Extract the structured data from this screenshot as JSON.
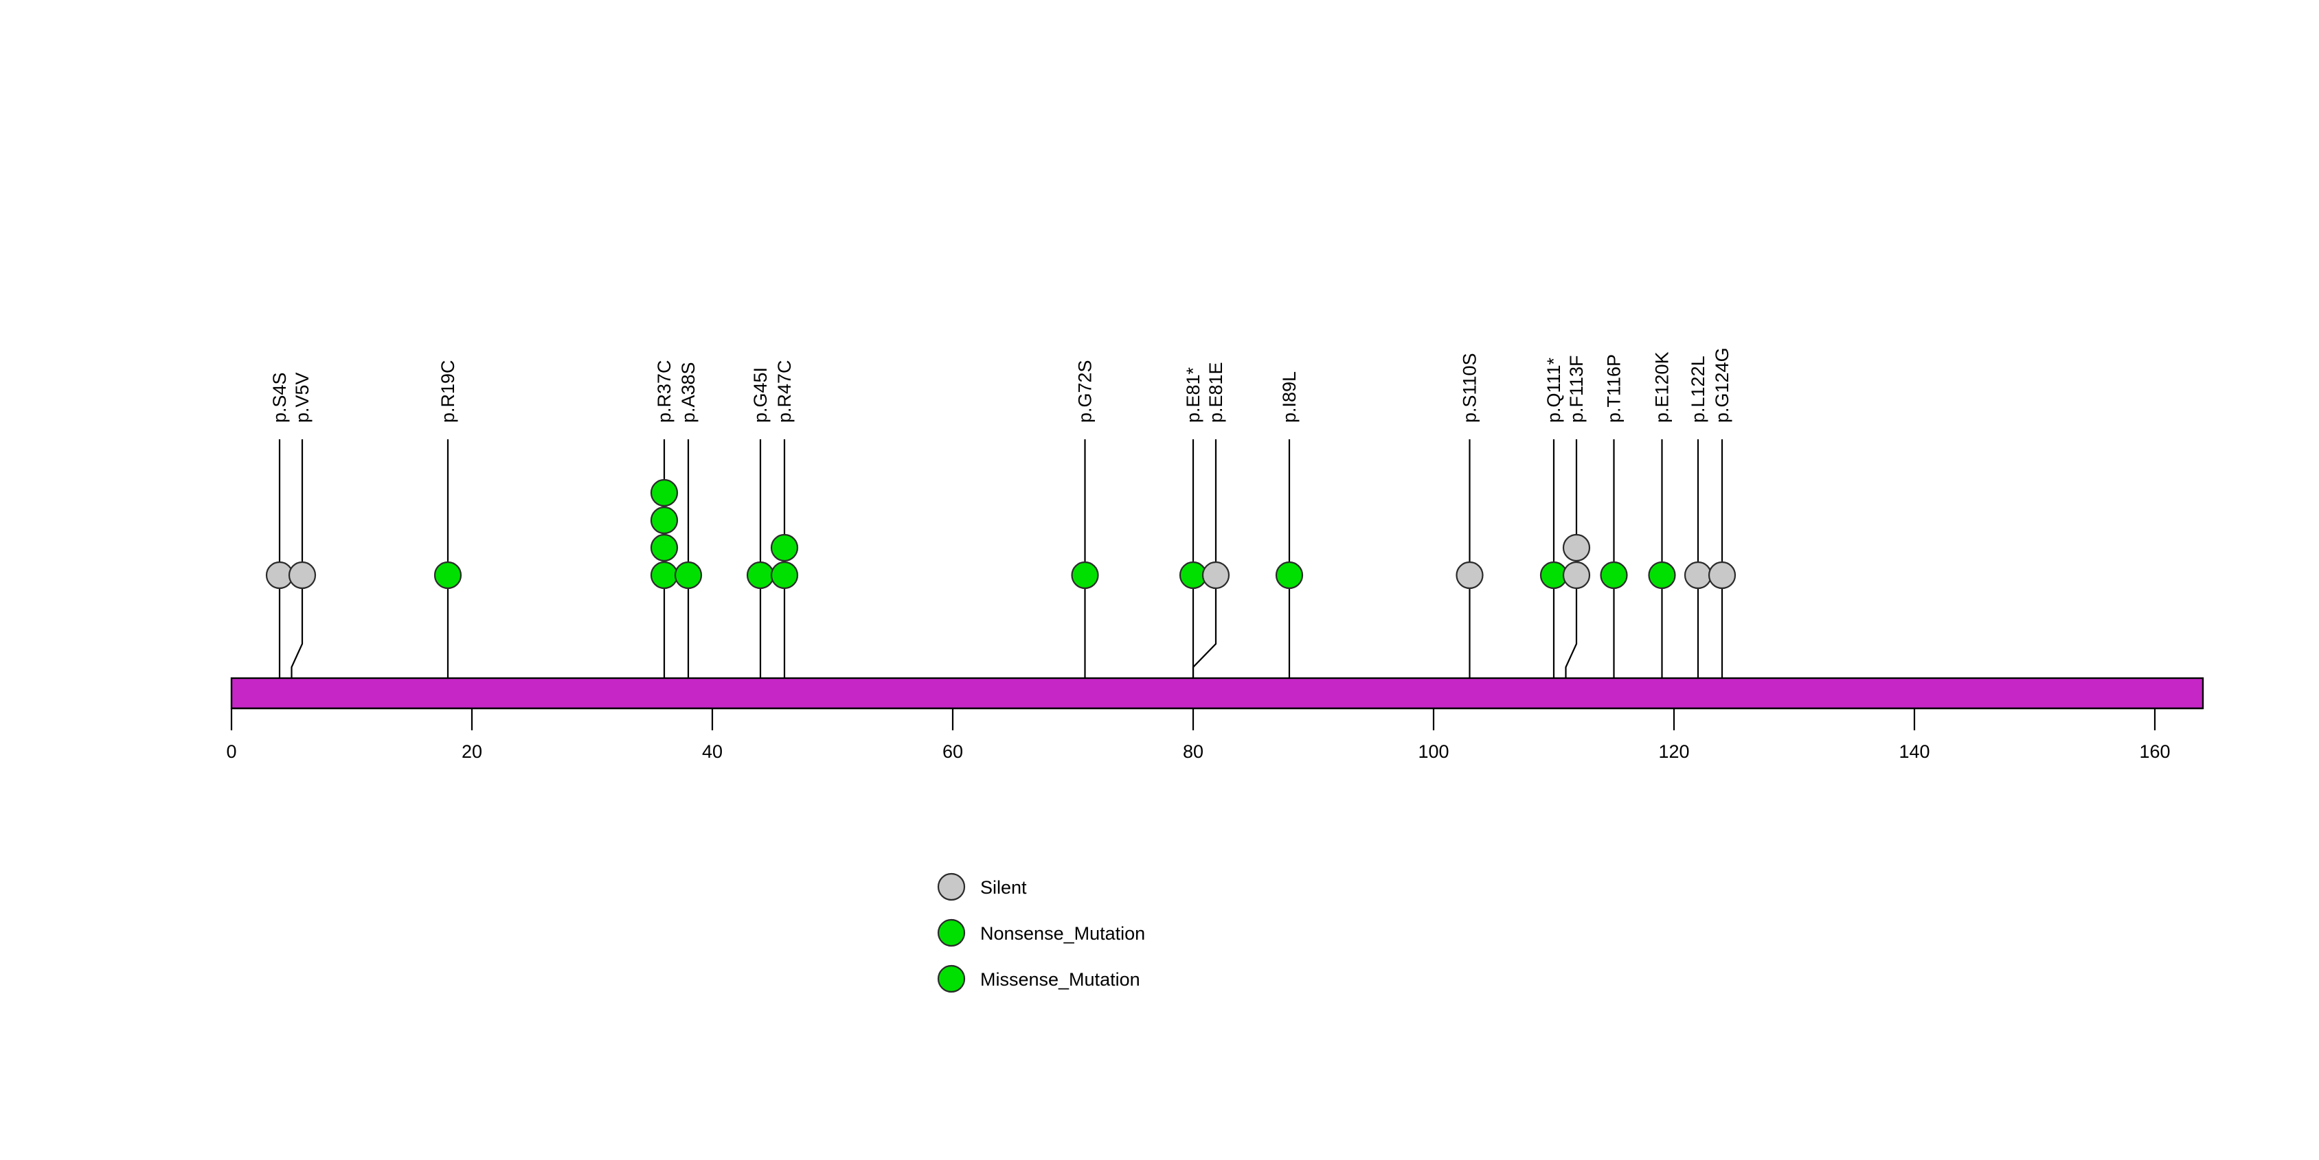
{
  "chart_data": {
    "type": "lollipop",
    "title": "",
    "xlabel": "",
    "ylabel": "",
    "axis": {
      "ticks": [
        0,
        20,
        40,
        60,
        80,
        100,
        120,
        140,
        160
      ],
      "tick_labels": [
        "0",
        "20",
        "40",
        "60",
        "80",
        "100",
        "120",
        "140",
        "160"
      ],
      "xlim": [
        0,
        164
      ],
      "grid": false
    },
    "protein": {
      "name": "",
      "length": 164,
      "color": "#C726C7",
      "border_color": "#000000"
    },
    "mutations": [
      {
        "label": "p.S4S",
        "position": 4,
        "count": 1,
        "type": "Silent",
        "color": "#C8C8C8"
      },
      {
        "label": "p.V5V",
        "position": 5,
        "count": 1,
        "type": "Silent",
        "color": "#C8C8C8"
      },
      {
        "label": "p.R19C",
        "position": 18,
        "count": 1,
        "type": "Missense_Mutation",
        "color": "#00E000"
      },
      {
        "label": "p.R37C",
        "position": 36,
        "count": 4,
        "type": "Missense_Mutation",
        "color": "#00E000"
      },
      {
        "label": "p.A38S",
        "position": 38,
        "count": 1,
        "type": "Missense_Mutation",
        "color": "#00E000"
      },
      {
        "label": "p.G45I",
        "position": 44,
        "count": 1,
        "type": "Missense_Mutation",
        "color": "#00E000"
      },
      {
        "label": "p.R47C",
        "position": 46,
        "count": 2,
        "type": "Missense_Mutation",
        "color": "#00E000"
      },
      {
        "label": "p.G72S",
        "position": 71,
        "count": 1,
        "type": "Missense_Mutation",
        "color": "#00E000"
      },
      {
        "label": "p.E81*",
        "position": 80,
        "count": 1,
        "type": "Nonsense_Mutation",
        "color": "#00E000"
      },
      {
        "label": "p.E81E",
        "position": 80,
        "count": 1,
        "type": "Silent",
        "color": "#C8C8C8"
      },
      {
        "label": "p.I89L",
        "position": 88,
        "count": 1,
        "type": "Missense_Mutation",
        "color": "#00E000"
      },
      {
        "label": "p.S110S",
        "position": 103,
        "count": 1,
        "type": "Silent",
        "color": "#C8C8C8"
      },
      {
        "label": "p.Q111*",
        "position": 110,
        "count": 1,
        "type": "Nonsense_Mutation",
        "color": "#00E000"
      },
      {
        "label": "p.F113F",
        "position": 111,
        "count": 2,
        "type": "Silent",
        "color": "#C8C8C8"
      },
      {
        "label": "p.T116P",
        "position": 115,
        "count": 1,
        "type": "Missense_Mutation",
        "color": "#00E000"
      },
      {
        "label": "p.E120K",
        "position": 119,
        "count": 1,
        "type": "Missense_Mutation",
        "color": "#00E000"
      },
      {
        "label": "p.L122L",
        "position": 122,
        "count": 1,
        "type": "Silent",
        "color": "#C8C8C8"
      },
      {
        "label": "p.G124G",
        "position": 124,
        "count": 1,
        "type": "Silent",
        "color": "#C8C8C8"
      }
    ],
    "legend": {
      "position": "bottom-center",
      "entries": [
        {
          "label": "Silent",
          "color": "#C8C8C8"
        },
        {
          "label": "Nonsense_Mutation",
          "color": "#00E000"
        },
        {
          "label": "Missense_Mutation",
          "color": "#00E000"
        }
      ]
    }
  }
}
